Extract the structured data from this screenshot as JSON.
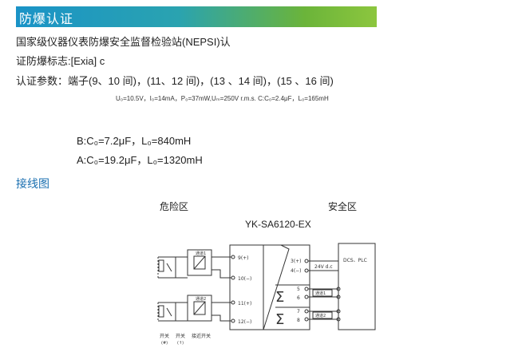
{
  "section": {
    "title": "防爆认证",
    "cert_line1": "国家级仪器仪表防爆安全监督检验站(NEPSI)认",
    "cert_line2": "证防爆标志:[Exia] c",
    "cert_line3": "认证参数：端子(9、10 间)，(11、12 间)，(13 、14 间)，(15 、16 间)",
    "param_small": "U₀=10.5V，I₀=14mA，P₀=37mW,Uₘ=250V  r.m.s.  C:C₀=2.4μF，L₀=165mH",
    "param_b": "B:C₀=7.2μF，L₀=840mH",
    "param_a": "A:C₀=19.2μF，L₀=1320mH"
  },
  "wiring": {
    "heading": "接线图",
    "hazard_label": "危险区",
    "safe_label": "安全区",
    "model": "YK-SA6120-EX",
    "ch1": "通道1",
    "ch2": "通道2",
    "out1": "通道1",
    "out2": "通道2",
    "t9": "9(+)",
    "t10": "10(−)",
    "t11": "11(+)",
    "t12": "12(−)",
    "t3": "3(+)",
    "t4": "4(−)",
    "t5": "5",
    "t6": "6",
    "t7": "7",
    "t8": "8",
    "power": "24V d.c",
    "dcs": "DCS、PLC",
    "sw1": "开关",
    "sw1_sub": "(#)",
    "sw2": "开关",
    "sw2_sub": "(↑)",
    "prox": "接近开关"
  }
}
